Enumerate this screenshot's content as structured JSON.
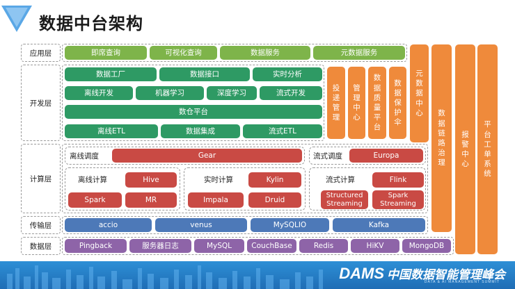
{
  "title": "数据中台架构",
  "layers": {
    "app": "应用层",
    "dev": "开发层",
    "compute": "计算层",
    "transfer": "传输层",
    "data": "数据层"
  },
  "app": [
    "即席查询",
    "可视化查询",
    "数据服务",
    "元数据服务"
  ],
  "dev": {
    "row1": [
      "数据工厂",
      "数据接口",
      "实时分析"
    ],
    "row2": [
      "离线开发",
      "机器学习",
      "深度学习",
      "流式开发"
    ],
    "row3": "数仓平台",
    "row4": [
      "离线ETL",
      "数据集成",
      "流式ETL"
    ],
    "side": [
      [
        "投",
        "递",
        "管",
        "理"
      ],
      [
        "管",
        "理",
        "中",
        "心"
      ],
      [
        "数",
        "据",
        "质",
        "量",
        "平",
        "台"
      ],
      [
        "数",
        "据",
        "保",
        "护",
        "伞"
      ]
    ]
  },
  "compute": {
    "offline_sched_label": "离线调度",
    "gear": "Gear",
    "stream_sched_label": "流式调度",
    "europa": "Europa",
    "offline_calc_label": "离线计算",
    "hive": "Hive",
    "spark": "Spark",
    "mr": "MR",
    "realtime_calc_label": "实时计算",
    "kylin": "Kylin",
    "impala": "Impala",
    "druid": "Druid",
    "stream_calc_label": "流式计算",
    "flink": "Flink",
    "structured_streaming": "Structured Streaming",
    "spark_streaming": "Spark Streaming"
  },
  "transfer": [
    "accio",
    "venus",
    "MySQLIO",
    "Kafka"
  ],
  "data": [
    "Pingback",
    "服务器日志",
    "MySQL",
    "CouchBase",
    "Redis",
    "HiKV",
    "MongoDB"
  ],
  "right_columns": [
    [
      "元",
      "数",
      "据",
      "中",
      "心"
    ],
    [
      "数",
      "据",
      "链",
      "路",
      "治",
      "理"
    ],
    [
      "报",
      "警",
      "中",
      "心"
    ],
    [
      "平",
      "台",
      "工",
      "单",
      "系",
      "统"
    ]
  ],
  "footer": {
    "brand": "DAMS",
    "brand_cn": "中国数据智能管理峰会",
    "sub": "DATA & AI MANAGEMENT SUMMIT"
  },
  "colors": {
    "green": "#7eb44a",
    "dark_green": "#2e9a64",
    "red": "#c94a44",
    "blue": "#4d79b8",
    "purple": "#8e64a8",
    "orange": "#ef8a3b",
    "footer_blue": "#1f6db5"
  }
}
